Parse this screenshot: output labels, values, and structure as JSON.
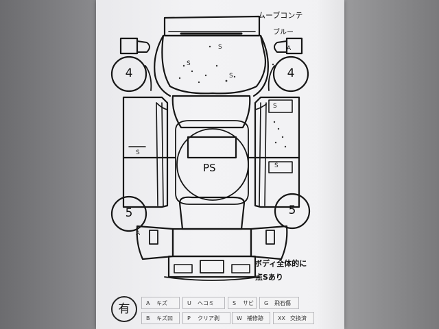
{
  "header": {
    "model_name": "ムーブコンテ",
    "color_name": "ブルー"
  },
  "diagram": {
    "center_label": "PS",
    "tire_tread": {
      "front_left": "4",
      "front_right": "4",
      "rear_left": "5",
      "rear_right": "5"
    },
    "marks": [
      {
        "id": "roof-front",
        "code": "S"
      },
      {
        "id": "hood-left",
        "code": "S"
      },
      {
        "id": "hood-right",
        "code": "S"
      },
      {
        "id": "left-door",
        "code": "S"
      },
      {
        "id": "right-door-front",
        "code": "S"
      },
      {
        "id": "right-door-rear",
        "code": "S"
      },
      {
        "id": "mirror-right",
        "code": "A"
      },
      {
        "id": "rear-left-bumper",
        "code": "A"
      }
    ],
    "note_line1": "ボディ全体的に",
    "note_line2": "点Sあり"
  },
  "legend": {
    "presence_label": "有",
    "items": [
      {
        "code": "A",
        "label": "キズ"
      },
      {
        "code": "U",
        "label": "ヘコミ"
      },
      {
        "code": "S",
        "label": "サビ"
      },
      {
        "code": "G",
        "label": "飛石傷"
      },
      {
        "code": "B",
        "label": "キズ凹"
      },
      {
        "code": "P",
        "label": "クリア剥"
      },
      {
        "code": "W",
        "label": "補修跡"
      },
      {
        "code": "XX",
        "label": "交換済"
      }
    ]
  },
  "colors": {
    "ink": "#111111",
    "paper": "#f1f1f3",
    "background": "#7d7d7f"
  }
}
